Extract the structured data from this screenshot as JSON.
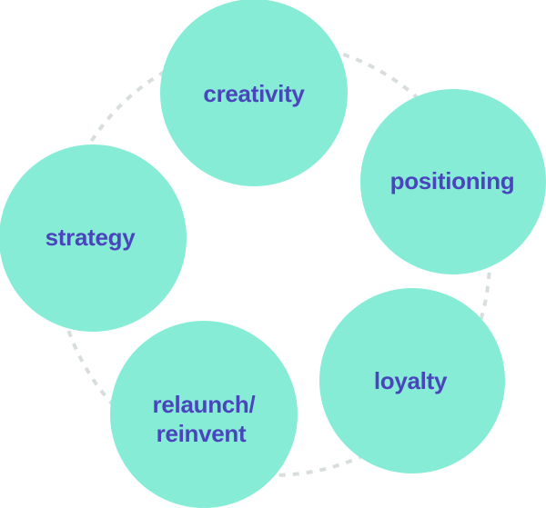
{
  "diagram": {
    "type": "cycle",
    "colors": {
      "node_fill": "#87ecd6",
      "label_text": "#4a45bd",
      "connector": "#d8dedd"
    },
    "nodes": [
      {
        "label": "creativity",
        "lines": [
          "creativity"
        ]
      },
      {
        "label": "positioning",
        "lines": [
          "positioning"
        ]
      },
      {
        "label": "loyalty",
        "lines": [
          "loyalty"
        ]
      },
      {
        "label": "relaunch/ reinvent",
        "lines": [
          "relaunch/",
          "reinvent"
        ]
      },
      {
        "label": "strategy",
        "lines": [
          "strategy"
        ]
      }
    ]
  }
}
